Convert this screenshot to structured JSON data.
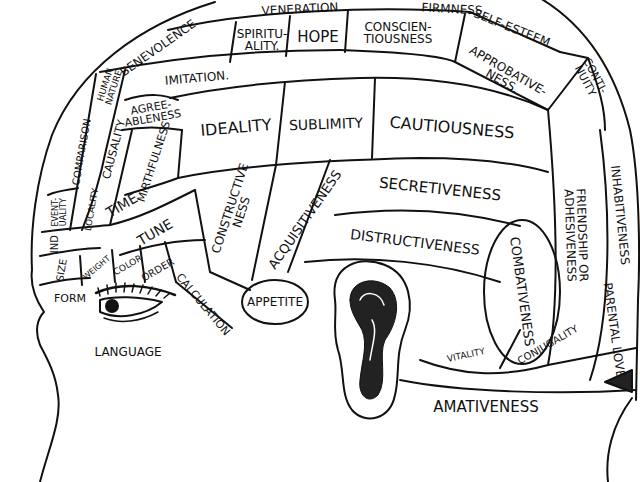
{
  "diagram": {
    "nodes": [
      {
        "text": [
          "VENERATION"
        ]
      },
      {
        "text": [
          "FIRMNESS"
        ]
      },
      {
        "text": [
          "BENEVOLENCE"
        ]
      },
      {
        "text": [
          "SPIRITU- ALITY."
        ]
      },
      {
        "text": [
          "HOPE"
        ]
      },
      {
        "text": [
          "CONSCIEN- TIOUSNESS"
        ]
      },
      {
        "text": [
          "SELF-ESTEEM"
        ]
      },
      {
        "text": [
          "APPROBATIVE- NESS."
        ]
      },
      {
        "text": [
          "CONTI- NUITY"
        ]
      },
      {
        "text": [
          "HUMAN NATURE"
        ]
      },
      {
        "text": [
          "IMITATION."
        ]
      },
      {
        "text": [
          "AGREE- ABLENESS"
        ]
      },
      {
        "text": [
          "COMPARISON"
        ]
      },
      {
        "text": [
          "CAUSALITY"
        ]
      },
      {
        "text": [
          "MIRTHFULNESS"
        ]
      },
      {
        "text": [
          "IDEALITY"
        ]
      },
      {
        "text": [
          "SUBLIMITY"
        ]
      },
      {
        "text": [
          "CAUTIOUSNESS"
        ]
      },
      {
        "text": [
          "INHABITIVENESS"
        ]
      },
      {
        "text": [
          "FRIENDSHIP OR ADHESIVENESS"
        ]
      },
      {
        "text": [
          "EVENT- UALITY"
        ]
      },
      {
        "text": [
          "LOCALITY"
        ]
      },
      {
        "text": [
          "TIME"
        ]
      },
      {
        "text": [
          "SECRETIVENESS"
        ]
      },
      {
        "text": [
          "CONSTRUCTIVE NESS"
        ]
      },
      {
        "text": [
          "ACQUISITIVENESS"
        ]
      },
      {
        "text": [
          "DISTRUCTIVENESS"
        ]
      },
      {
        "text": [
          "IND"
        ]
      },
      {
        "text": [
          "TUNE"
        ]
      },
      {
        "text": [
          "SIZE"
        ]
      },
      {
        "text": [
          "WEIGHT"
        ]
      },
      {
        "text": [
          "COLOR"
        ]
      },
      {
        "text": [
          "ORDER"
        ]
      },
      {
        "text": [
          "COMBATIVENESS"
        ]
      },
      {
        "text": [
          "PARENTAL LOVE"
        ]
      },
      {
        "text": [
          "CALCULATION"
        ]
      },
      {
        "text": [
          "APPETITE"
        ]
      },
      {
        "text": [
          "FORM"
        ]
      },
      {
        "text": [
          "VITALITY"
        ]
      },
      {
        "text": [
          "CONJUGALITY"
        ]
      },
      {
        "text": [
          "AMATIVENESS"
        ]
      }
    ],
    "labels": [
      "LANGUAGE"
    ]
  }
}
